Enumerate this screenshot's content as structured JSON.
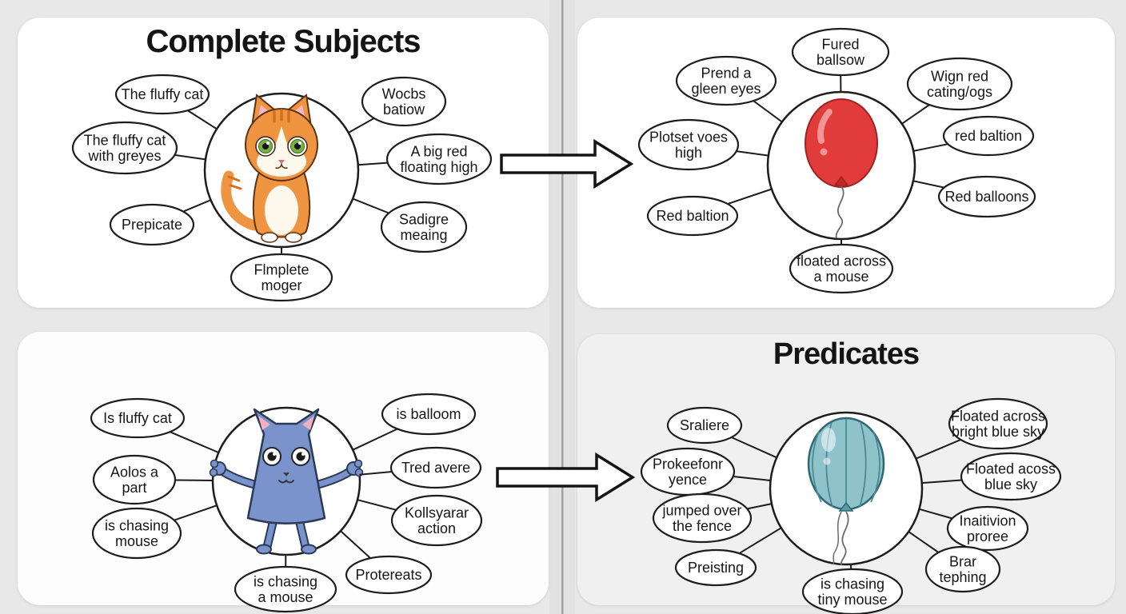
{
  "page": {
    "background": "#e8e8e8",
    "card_background": "#ffffff",
    "divider_color": "#a0a0a0"
  },
  "colors": {
    "bubble_stroke": "#1d1d1d",
    "red_balloon": "#e23b3b",
    "teal_balloon": "#8fc3cb",
    "orange_cat": "#ef9440",
    "blue_cat": "#7b93cc"
  },
  "quadrants": [
    {
      "id": "complete-subjects",
      "title": "Complete Subjects",
      "image": "orange-cat",
      "bubbles": [
        "The fluffy cat",
        "Wocbs\nbatiow",
        "The fluffy cat\nwith greyes",
        "A big red\nfloating high",
        "Prepicate",
        "Sadigre\nmeaing",
        "Flmplete\nmoger"
      ]
    },
    {
      "id": "red-balloon-subjects",
      "title": "",
      "image": "red-balloon",
      "bubbles": [
        "Fured\nballsow",
        "Prend a\ngleen eyes",
        "Wign red\ncating/ogs",
        "Plotset voes\nhigh",
        "red baltion",
        "Red balloons",
        "Red baltion",
        "floated across\na mouse"
      ]
    },
    {
      "id": "blue-cat-predicates",
      "title": "",
      "image": "blue-cat",
      "bubbles": [
        "Is fluffy cat",
        "is balloom",
        "Aolos a\npart",
        "Tred avere",
        "is chasing\nmouse",
        "Kollsyarar\naction",
        "is chasing\na mouse",
        "Protereats"
      ]
    },
    {
      "id": "predicates",
      "title": "Predicates",
      "image": "teal-balloon",
      "bubbles": [
        "Sraliere",
        "Floated across\nbright blue sky",
        "Prokeefonr\nyence",
        "Floated acoss\nblue sky",
        "jumped over\nthe fence",
        "Inaitivion\nproree",
        "Preisting",
        "Brar\ntephing",
        "is chasing\ntiny mouse"
      ]
    }
  ],
  "arrows": [
    {
      "direction": "right"
    },
    {
      "direction": "right"
    }
  ]
}
